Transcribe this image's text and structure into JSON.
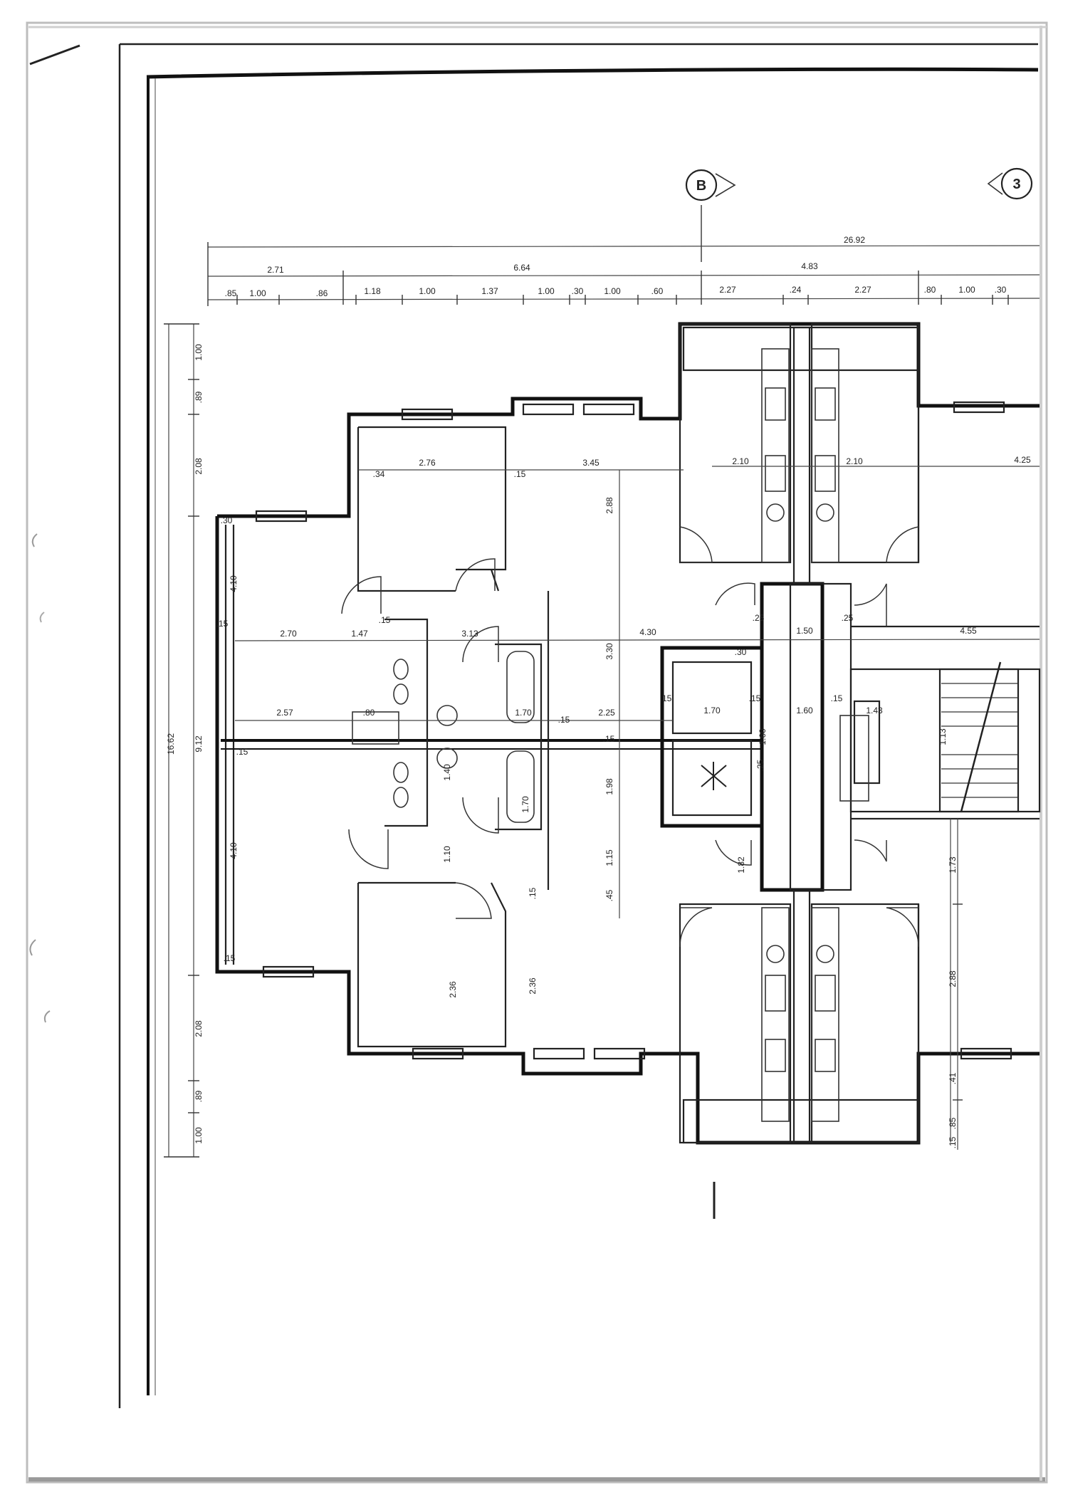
{
  "grid_markers": {
    "b": "B",
    "three": "3"
  },
  "dims_top": {
    "overall": "26.92",
    "r2": [
      "2.71",
      "6.64",
      "4.83"
    ],
    "r3": [
      ".85",
      "1.00",
      ".86",
      "1.18",
      "1.00",
      "1.37",
      "1.00",
      ".30",
      "1.00",
      ".60",
      "2.27",
      ".24",
      "2.27",
      ".80",
      "1.00",
      ".30"
    ]
  },
  "dims_left": {
    "overall": "16.62",
    "inner": "9.12",
    "segments": [
      "1.00",
      ".89",
      "2.08",
      "2.08",
      ".89",
      "1.00"
    ]
  },
  "dims_right": [
    "1.73",
    "2.88",
    ".41",
    ".85",
    ".15"
  ],
  "dims_interior": {
    "row_top": [
      "2.76",
      "3.45",
      "2.10",
      "2.10",
      "4.25"
    ],
    "row_mid": [
      "2.70",
      "3.13",
      "4.30",
      "1.50",
      "4.55"
    ],
    "row_low": [
      "2.57",
      ".80",
      "1.70",
      "2.25",
      "1.70",
      "1.60",
      "1.43"
    ],
    "small": [
      ".34",
      ".15",
      ".15",
      ".15",
      ".15",
      ".25",
      ".25",
      ".15",
      ".15",
      ".15",
      ".15",
      ".15",
      ".15",
      ".30",
      ".30",
      "1.47"
    ],
    "vertical": [
      "4.10",
      "4.10",
      "2.88",
      "3.30",
      "1.98",
      "1.15",
      ".45",
      "2.36",
      "2.36",
      "1.70",
      "1.10",
      "1.40",
      "1.82",
      ".15",
      "1.60",
      ".25",
      "1.13"
    ]
  }
}
